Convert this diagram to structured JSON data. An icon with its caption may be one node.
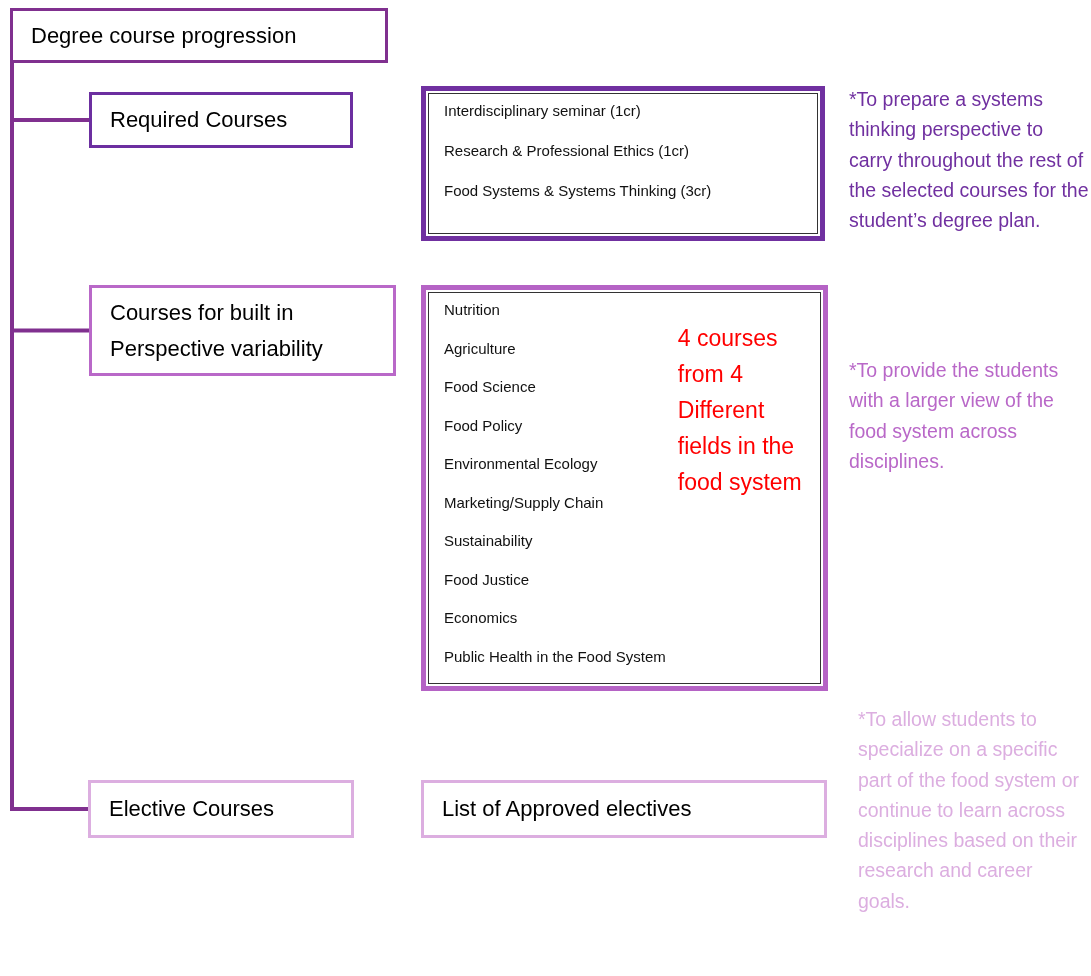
{
  "diagram": {
    "nodes": [
      {
        "text": [
          "Degree course progression"
        ]
      },
      {
        "text": [
          "Required Courses"
        ]
      },
      {
        "text": [
          "Courses for built in Perspective variability"
        ]
      },
      {
        "text": [
          "Elective Courses"
        ]
      },
      {
        "text": [
          "Interdisciplinary seminar (1cr)",
          "Research & Professional Ethics (1cr)",
          "Food Systems & Systems Thinking (3cr)"
        ],
        "beside": [
          "*To prepare a systems thinking perspective to carry throughout the rest of the selected courses for the student’s degree plan."
        ]
      },
      {
        "text": [
          "Nutrition",
          "Agriculture",
          "Food Science",
          "Food Policy",
          "Environmental Ecology",
          "Marketing/Supply Chain",
          "Sustainability",
          "Food Justice",
          "Economics",
          "Public Health in the Food System",
          "4 courses from 4 Different fields in the food system"
        ],
        "beside": [
          "*To provide the students with a larger view of the food system across disciplines."
        ]
      },
      {
        "text": [
          "List of Approved electives"
        ],
        "beside": [
          "*To allow students to specialize on a specific part of the food system or continue to learn across disciplines based on their research and career goals."
        ]
      }
    ],
    "edges": [
      {
        "from": 0,
        "to": 1,
        "arrow": "none"
      },
      {
        "from": 0,
        "to": 2,
        "arrow": "none"
      },
      {
        "from": 0,
        "to": 3,
        "arrow": "none"
      }
    ]
  }
}
